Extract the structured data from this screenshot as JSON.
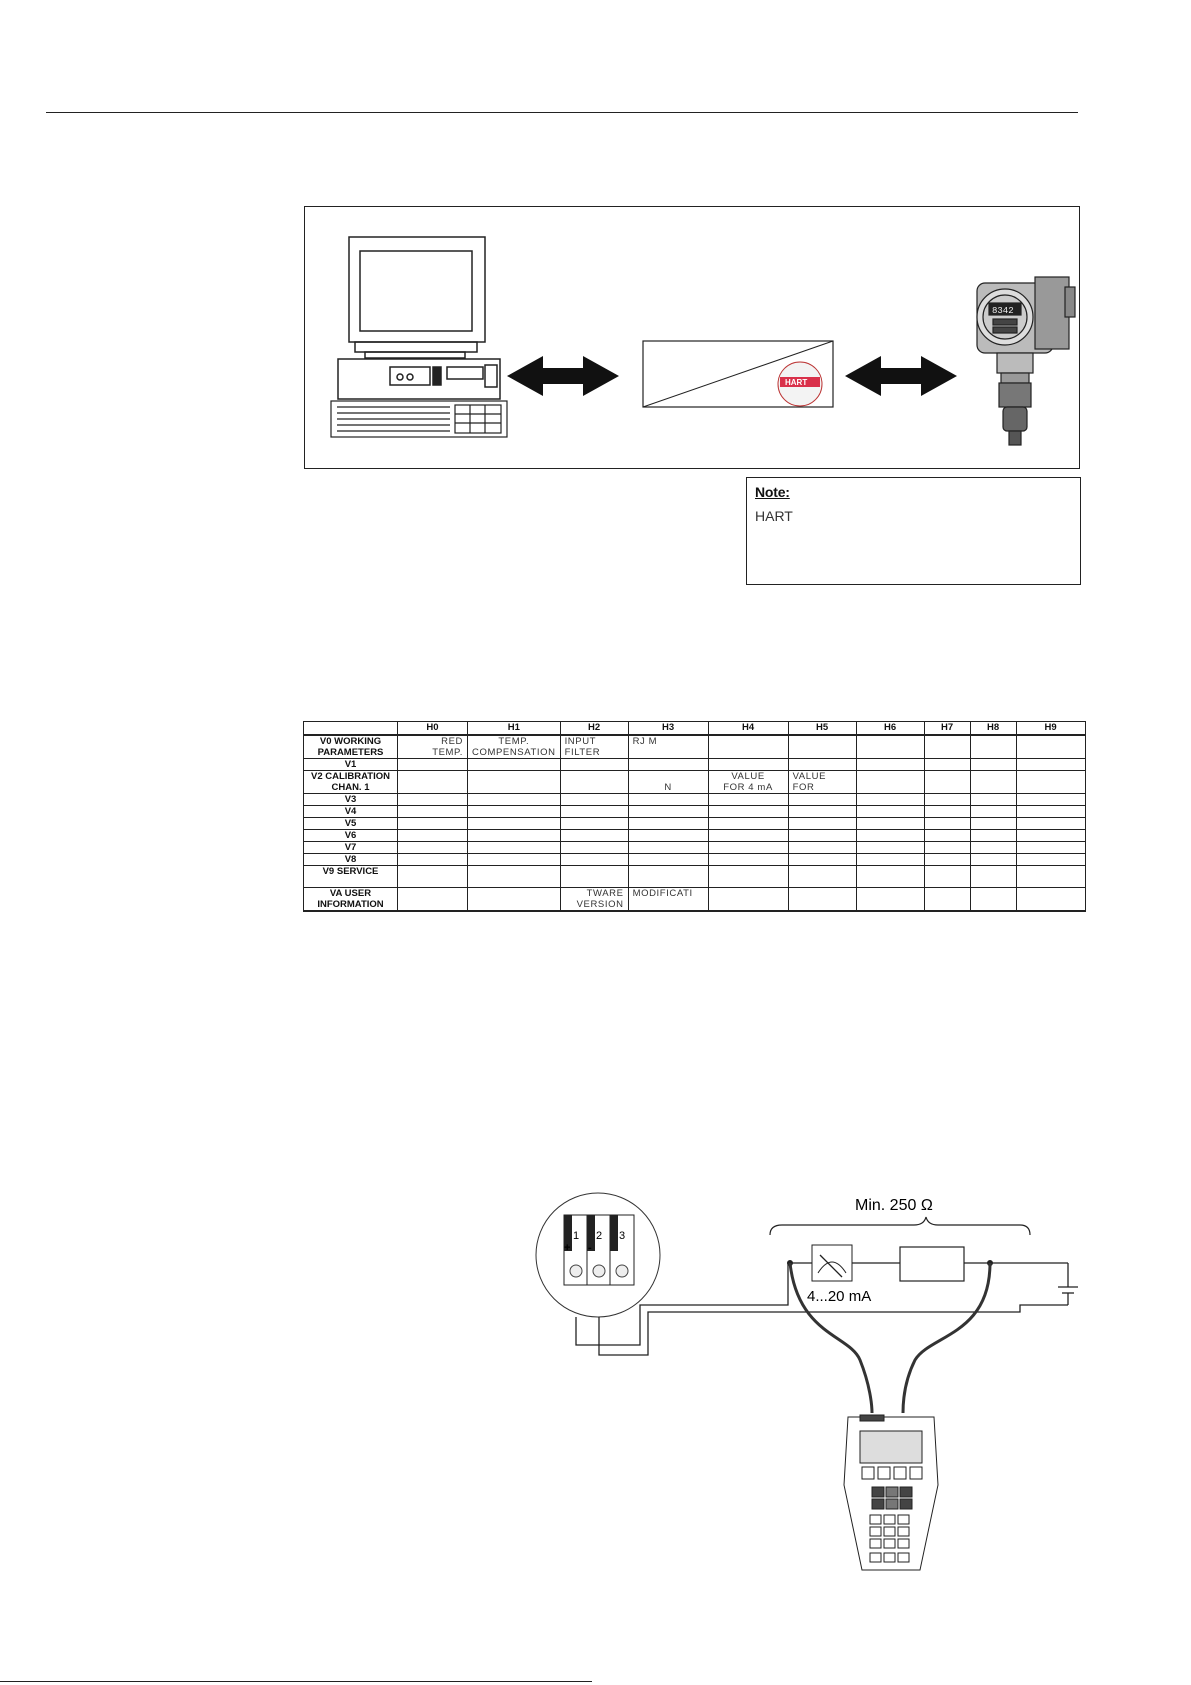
{
  "figure1": {
    "hart_logo_text": "HART"
  },
  "note": {
    "title": "Note:",
    "text": "HART"
  },
  "matrix": {
    "col_headers": [
      "",
      "H0",
      "H1",
      "H2",
      "H3",
      "H4",
      "H5",
      "H6",
      "H7",
      "H8",
      "H9"
    ],
    "rows": [
      {
        "label": "V0 WORKING\nPARAMETERS",
        "cells": [
          "RED\nTEMP.",
          "TEMP.\nCOMPENSATION",
          "INPUT\nFILTER",
          "RJ M",
          "",
          "",
          "",
          "",
          "",
          ""
        ]
      },
      {
        "label": "V1",
        "cells": [
          "",
          "",
          "",
          "",
          "",
          "",
          "",
          "",
          "",
          ""
        ]
      },
      {
        "label": "V2 CALIBRATION\nCHAN. 1",
        "cells": [
          "",
          "",
          "",
          "\nN",
          "VALUE\nFOR 4 mA",
          "VALUE\nFOR",
          "",
          "",
          "",
          ""
        ]
      },
      {
        "label": "V3",
        "cells": [
          "",
          "",
          "",
          "",
          "",
          "",
          "",
          "",
          "",
          ""
        ]
      },
      {
        "label": "V4",
        "cells": [
          "",
          "",
          "",
          "",
          "",
          "",
          "",
          "",
          "",
          ""
        ]
      },
      {
        "label": "V5",
        "cells": [
          "",
          "",
          "",
          "",
          "",
          "",
          "",
          "",
          "",
          ""
        ]
      },
      {
        "label": "V6",
        "cells": [
          "",
          "",
          "",
          "",
          "",
          "",
          "",
          "",
          "",
          ""
        ]
      },
      {
        "label": "V7",
        "cells": [
          "",
          "",
          "",
          "",
          "",
          "",
          "",
          "",
          "",
          ""
        ]
      },
      {
        "label": "V8",
        "cells": [
          "",
          "",
          "",
          "",
          "",
          "",
          "",
          "",
          "",
          ""
        ]
      },
      {
        "label": "V9 SERVICE",
        "cells": [
          "",
          "",
          "",
          "",
          "",
          "",
          "",
          "",
          "",
          ""
        ]
      },
      {
        "label": "VA USER\nINFORMATION",
        "cells": [
          "",
          "",
          "TWARE\nVERSION",
          "MODIFICATI",
          "",
          "",
          "",
          "",
          "",
          ""
        ]
      }
    ]
  },
  "figure2": {
    "resistance_label": "Min. 250 Ω",
    "current_label": "4...20 mA",
    "terminal_labels": [
      "1",
      "2",
      "3"
    ],
    "terminal_signs": [
      "+",
      "-"
    ]
  }
}
